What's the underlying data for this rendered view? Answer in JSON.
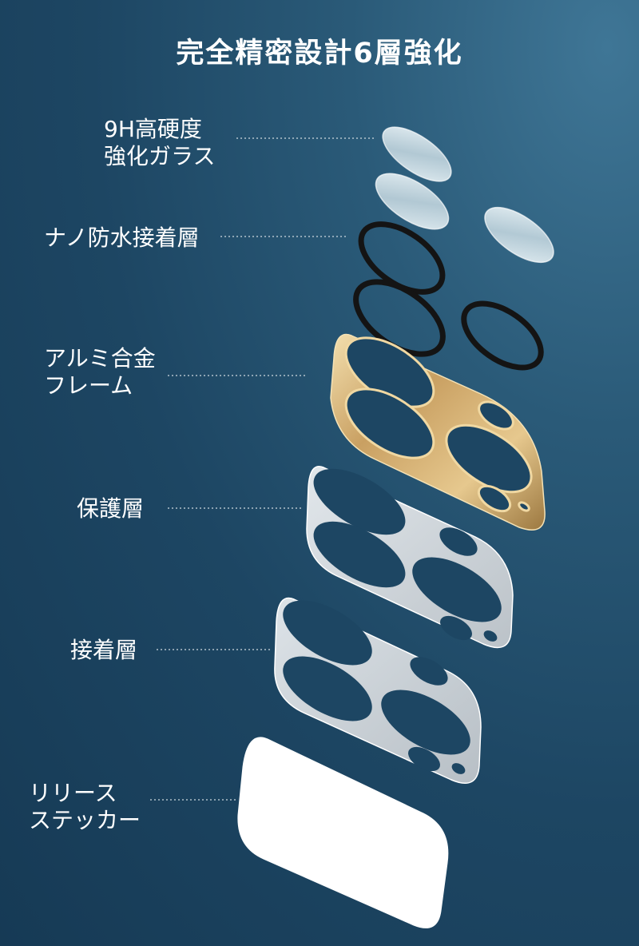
{
  "title": "完全精密設計6層強化",
  "layers": [
    {
      "line1": "9H高硬度",
      "line2": "強化ガラス"
    },
    {
      "line1": "ナノ防水接着層",
      "line2": ""
    },
    {
      "line1": "アルミ合金",
      "line2": "フレーム"
    },
    {
      "line1": "保護層",
      "line2": ""
    },
    {
      "line1": "接着層",
      "line2": ""
    },
    {
      "line1": "リリース",
      "line2": "ステッカー"
    }
  ],
  "colors": {
    "background": "#1d4663",
    "gold_frame": "#d9b677",
    "ring": "#1a1a1a",
    "glass": "#e3eef3",
    "white_sheet": "#ffffff"
  }
}
